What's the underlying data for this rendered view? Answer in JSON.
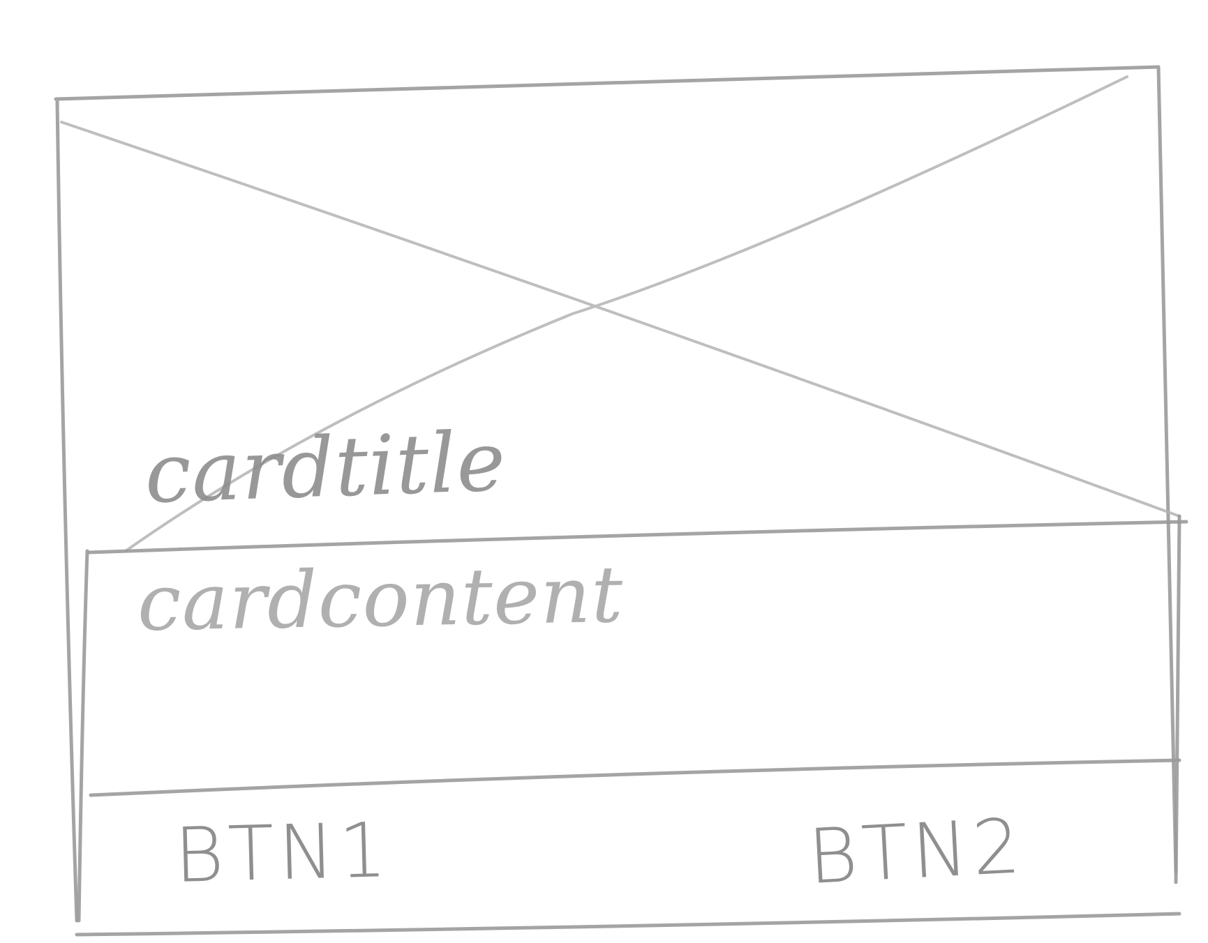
{
  "card": {
    "title": "cardtitle",
    "content": "cardcontent",
    "buttons": [
      {
        "label": "BTN1"
      },
      {
        "label": "BTN2"
      }
    ]
  },
  "colors": {
    "pencil": "#9a9a9a",
    "pencil_light": "#b3b3b3",
    "paper": "#ffffff"
  }
}
